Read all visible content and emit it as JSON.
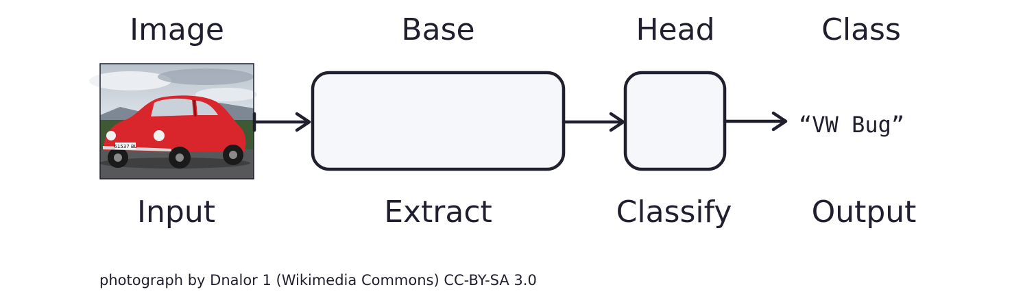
{
  "labels": {
    "top": {
      "image": "Image",
      "base": "Base",
      "head": "Head",
      "class": "Class"
    },
    "bottom": {
      "input": "Input",
      "extract": "Extract",
      "classify": "Classify",
      "output": "Output"
    }
  },
  "output_value": "“VW Bug”",
  "license_plate": "61537 BL",
  "credit": "photograph by Dnalor 1 (Wikimedia Commons) CC-BY-SA 3.0",
  "colors": {
    "stroke": "#1f1f2e",
    "box_fill": "#f6f7fb",
    "car_red": "#d8262c"
  }
}
